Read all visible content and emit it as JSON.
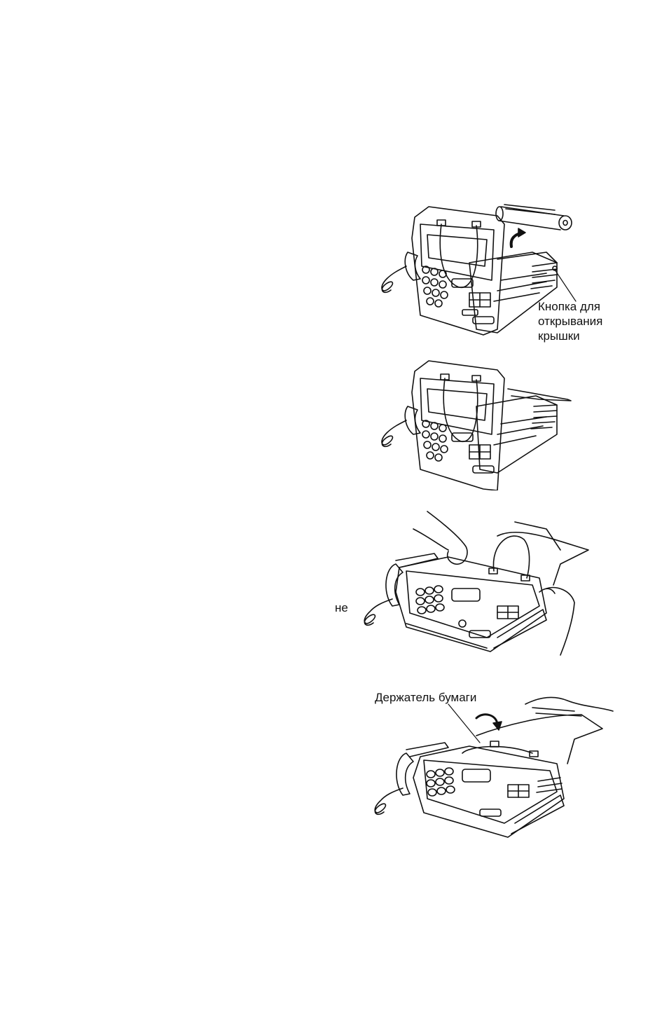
{
  "figures": [
    {
      "id": "fig1",
      "labels": {
        "cover_button": [
          "Кнопка для",
          "открывания",
          "крышки"
        ]
      }
    },
    {
      "id": "fig2",
      "labels": {}
    },
    {
      "id": "fig3",
      "labels": {
        "side_note": "не"
      }
    },
    {
      "id": "fig4",
      "labels": {
        "paper_holder": "Держатель бумаги"
      }
    }
  ]
}
